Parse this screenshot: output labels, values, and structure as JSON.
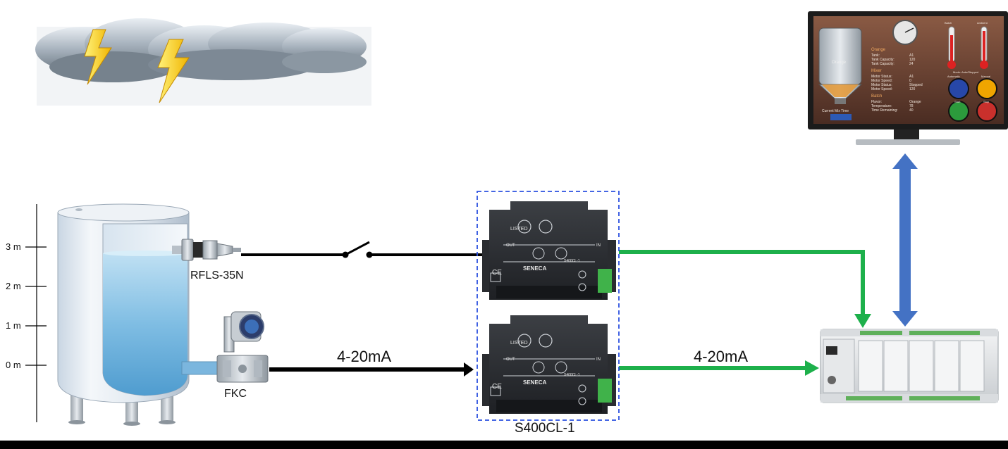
{
  "scale": {
    "marks": [
      "3 m",
      "2 m",
      "1 m",
      "0 m"
    ]
  },
  "devices": {
    "level_switch": "RFLS-35N",
    "transmitter": "FKC",
    "isolator_group": "S400CL-1"
  },
  "signals": {
    "left": "4-20mA",
    "right": "4-20mA"
  },
  "isolator": {
    "brand": "SENECA",
    "model": "S400CL-1",
    "port_out": "OUT",
    "port_in": "IN",
    "cert": "LISTED",
    "ce": "CE"
  },
  "hmi": {
    "sections": [
      "Orange",
      "Mixer",
      "Batch"
    ],
    "tank_rows": [
      {
        "k": "Tank:",
        "v": "A1"
      },
      {
        "k": "Tank Capacity:",
        "v": "120"
      },
      {
        "k": "Tank Capacity:",
        "v": "24"
      }
    ],
    "mixer_rows": [
      {
        "k": "Motor Status:",
        "v": "A1"
      },
      {
        "k": "Motor Speed:",
        "v": "0"
      },
      {
        "k": "Motor Status:",
        "v": "Stopped"
      },
      {
        "k": "Motor Speed:",
        "v": "120"
      }
    ],
    "batch_rows": [
      {
        "k": "Flavor:",
        "v": "Orange"
      },
      {
        "k": "Temperature:",
        "v": "78"
      },
      {
        "k": "Time Remaining:",
        "v": "40"
      }
    ],
    "tank_name": "Orange",
    "footer": "Current Mix Time",
    "therm_labels": [
      "Batch",
      "Ambient"
    ],
    "mode_labels": [
      "Automatic",
      "Manual"
    ],
    "mode_title": "Mode: Auto/Stopped",
    "button_labels": [
      "Start",
      "Stop"
    ]
  },
  "colors": {
    "signal_green": "#1db04b",
    "bus_blue": "#4472c4",
    "wire_black": "#000000",
    "dashed_box": "#2b50e0"
  }
}
